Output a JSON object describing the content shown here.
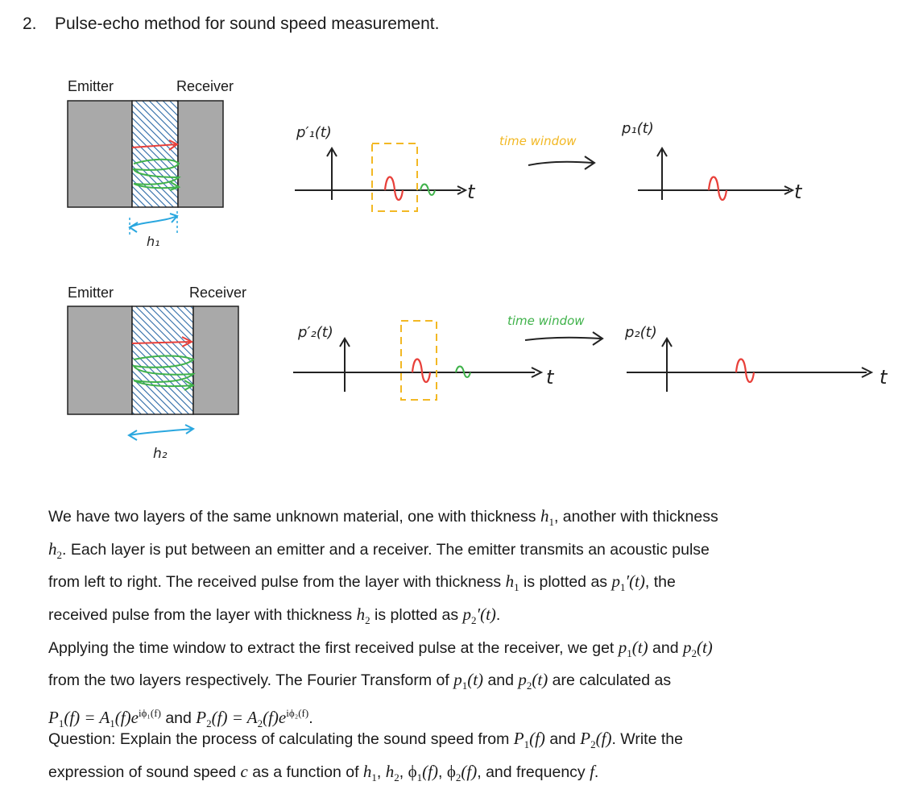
{
  "problem": {
    "number": "2.",
    "title": "Pulse-echo method for sound speed measurement."
  },
  "diagram1": {
    "emitter_label": "Emitter",
    "receiver_label": "Receiver",
    "thickness_label": "h₁",
    "input_signal_label": "p′₁(t)",
    "window_label": "time window",
    "output_signal_label": "p₁(t)",
    "axis_label": "t"
  },
  "diagram2": {
    "emitter_label": "Emitter",
    "receiver_label": "Receiver",
    "thickness_label": "h₂",
    "input_signal_label": "p′₂(t)",
    "window_label": "time window",
    "output_signal_label": "p₂(t)",
    "axis_label": "t"
  },
  "colors": {
    "slab": "#a9a9a9",
    "hatch": "#2d6aa6",
    "pulse_red": "#e8403a",
    "echo_green": "#3fb24a",
    "window_yellow": "#f2b824",
    "dimension_blue": "#2aa7df"
  },
  "paragraph1": {
    "l1a": "We have two layers of the same unknown material, one with thickness ",
    "l1_h": "h",
    "l1_hs": "1",
    "l1b": ", another with thickness",
    "l2_h": "h",
    "l2_hs": "2",
    "l2b": ". Each layer is put between an emitter and a receiver. The emitter transmits an acoustic pulse",
    "l3a": "from left to right. The received pulse from the layer with thickness ",
    "l3_h": "h",
    "l3_hs": "1",
    "l3b": " is plotted as ",
    "l3_p": "p",
    "l3_ps": "1",
    "l3_prime": "′",
    "l3_arg": "(t)",
    "l3c": ", the",
    "l4a": "received pulse from the layer with thickness ",
    "l4_h": "h",
    "l4_hs": "2",
    "l4b": " is plotted as ",
    "l4_p": "p",
    "l4_ps": "2",
    "l4_prime": "′",
    "l4_arg": "(t)",
    "l4c": ".",
    "l5a": "Applying the time window to extract the first received pulse at the receiver, we get ",
    "l5_p1": "p",
    "l5_p1s": "1",
    "l5_p1arg": "(t)",
    "l5b": " and ",
    "l5_p2": "p",
    "l5_p2s": "2",
    "l5_p2arg": "(t)",
    "l6a": "from the two layers respectively. The Fourier Transform of ",
    "l6_p1": "p",
    "l6_p1s": "1",
    "l6_p1arg": "(t)",
    "l6b": " and ",
    "l6_p2": "p",
    "l6_p2s": "2",
    "l6_p2arg": "(t)",
    "l6c": " are calculated as",
    "eq1_lhs": "P",
    "eq1_lhs_s": "1",
    "eq1_mid": "(f) = A",
    "eq1_mid_s": "1",
    "eq1_rhs": "(f)e",
    "eq1_exp": "iϕ₁(f)",
    "l7_and": " and ",
    "eq2_lhs": "P",
    "eq2_lhs_s": "2",
    "eq2_mid": "(f) = A",
    "eq2_mid_s": "2",
    "eq2_rhs": "(f)e",
    "eq2_exp": "iϕ₂(f)",
    "l7_end": "."
  },
  "question": {
    "q1a": "Question: Explain the process of calculating the sound speed from ",
    "q1_P1": "P",
    "q1_P1s": "1",
    "q1_P1arg": "(f)",
    "q1_and": " and ",
    "q1_P2": "P",
    "q1_P2s": "2",
    "q1_P2arg": "(f)",
    "q1b": ". Write the",
    "q2a": "expression of sound speed ",
    "q2_c": "c",
    "q2b": " as a function of ",
    "q2_h1": "h",
    "q2_h1s": "1",
    "q2_sep1": ", ",
    "q2_h2": "h",
    "q2_h2s": "2",
    "q2_sep2": ", ",
    "q2_phi1": "ϕ",
    "q2_phi1s": "1",
    "q2_phi1arg": "(f)",
    "q2_sep3": ", ",
    "q2_phi2": "ϕ",
    "q2_phi2s": "2",
    "q2_phi2arg": "(f)",
    "q2c": ", and frequency ",
    "q2_f": "f",
    "q2d": "."
  }
}
